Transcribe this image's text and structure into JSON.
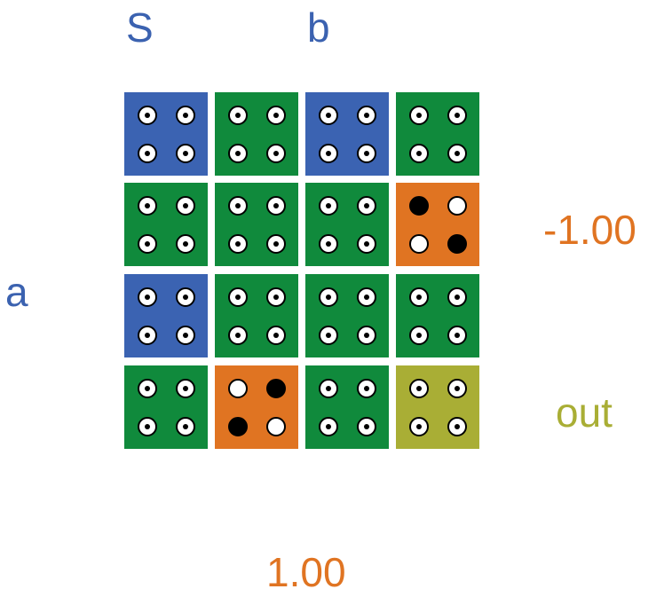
{
  "labels": {
    "top_left": "S",
    "top_mid": "b",
    "left": "a",
    "right_upper": "-1.00",
    "right_lower": "out",
    "bottom": "1.00"
  },
  "colors": {
    "blue": "#3b63b2",
    "green": "#108a3c",
    "orange": "#e07422",
    "olive": "#a9ae35",
    "label_blue": "#3b62b0",
    "label_orange": "#e07422",
    "label_olive": "#a9ae35"
  },
  "grid": {
    "rows": 4,
    "cols": 4,
    "cells": [
      [
        "blue",
        "green",
        "blue",
        "green"
      ],
      [
        "green",
        "green",
        "green",
        "orange"
      ],
      [
        "blue",
        "green",
        "green",
        "green"
      ],
      [
        "green",
        "orange",
        "green",
        "olive"
      ]
    ],
    "dot_patterns": [
      [
        "ring",
        "ring",
        "ring",
        "ring"
      ],
      [
        "ring",
        "ring",
        "ring",
        "diag-black-tl"
      ],
      [
        "ring",
        "ring",
        "ring",
        "ring"
      ],
      [
        "ring",
        "diag-white-tl",
        "ring",
        "ring"
      ]
    ]
  }
}
